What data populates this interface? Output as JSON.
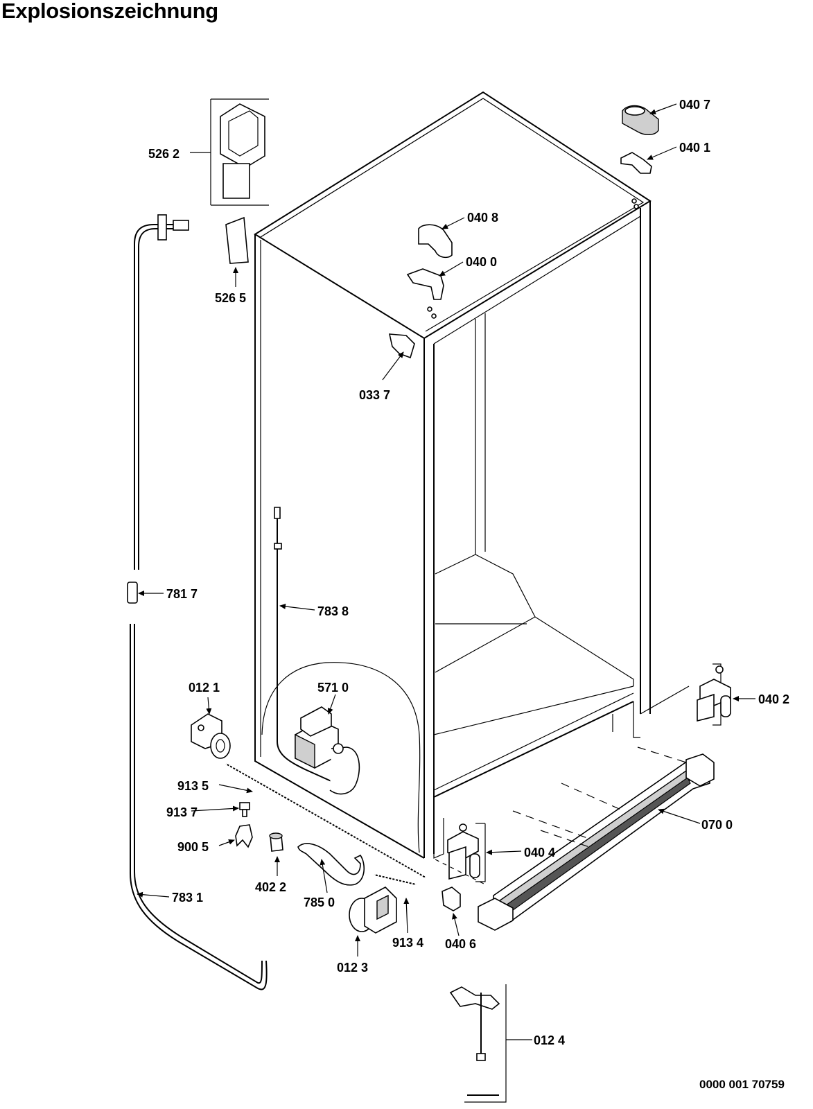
{
  "title": "Explosionszeichnung",
  "document_number": "0000 001 70759",
  "labels": {
    "l5262": "526 2",
    "l5265": "526 5",
    "l4087": "040 7",
    "l4081": "040 1",
    "l4088": "040 8",
    "l4080": "040 0",
    "l3377": "033 7",
    "l7817": "781 7",
    "l7838": "783 8",
    "l0121": "012 1",
    "l5710": "571 0",
    "l4082": "040 2",
    "l9135": "913 5",
    "l9137": "913 7",
    "l9005": "900 5",
    "l4022": "402 2",
    "l7850": "785 0",
    "l4044": "040 4",
    "l7000": "070 0",
    "l7831": "783 1",
    "l0123": "012 3",
    "l9134": "913 4",
    "l4086": "040 6",
    "l0124": "012 4"
  }
}
